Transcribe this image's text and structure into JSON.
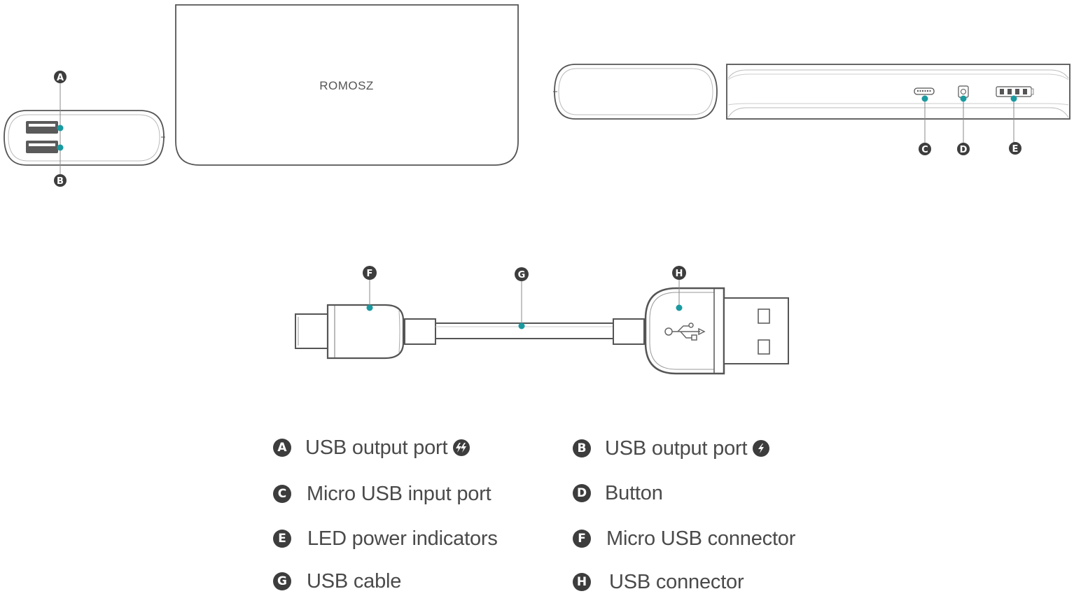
{
  "figure": {
    "brand_logo": "ROMOSZ",
    "accent_color": "#1a9aa0",
    "stroke_color": "#555555",
    "badge_color": "#3d3d3d",
    "callouts": {
      "A": "A",
      "B": "B",
      "C": "C",
      "D": "D",
      "E": "E",
      "F": "F",
      "G": "G",
      "H": "H"
    },
    "led_indicator_count": 4
  },
  "legend": {
    "items": [
      {
        "letter": "A",
        "label": "USB output port",
        "icon": "double-bolt-icon"
      },
      {
        "letter": "B",
        "label": "USB output port",
        "icon": "bolt-icon"
      },
      {
        "letter": "C",
        "label": "Micro USB input port"
      },
      {
        "letter": "D",
        "label": "Button"
      },
      {
        "letter": "E",
        "label": "LED power indicators"
      },
      {
        "letter": "F",
        "label": "Micro USB connector"
      },
      {
        "letter": "G",
        "label": "USB cable"
      },
      {
        "letter": "H",
        "label": "USB connector"
      }
    ]
  }
}
